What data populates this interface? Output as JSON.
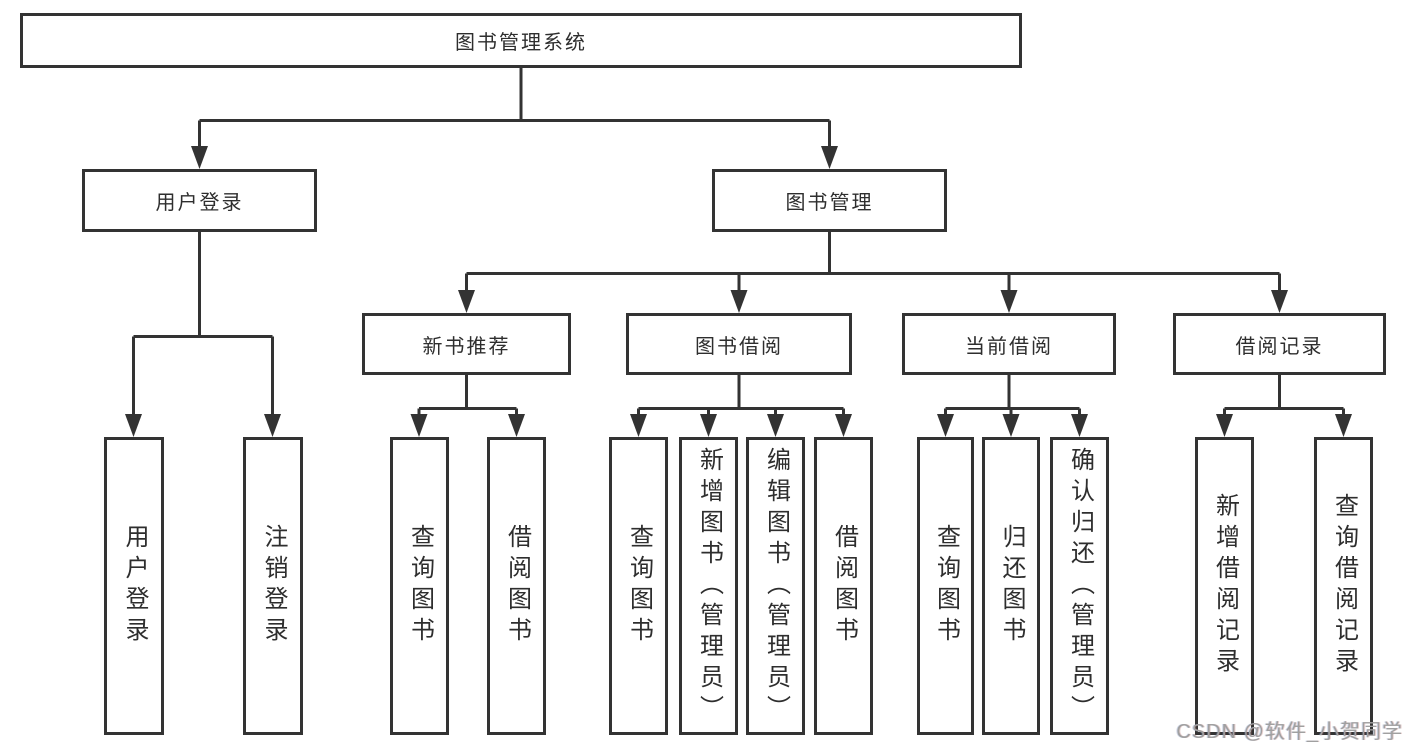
{
  "colors": {
    "line": "#333333",
    "box_border": "#333333",
    "box_background": "#ffffff",
    "text": "#2e2e2e",
    "watermark": "#a0a0a0"
  },
  "tree": {
    "root_label": "图书管理系统",
    "user_login": {
      "label": "用户登录",
      "children": [
        "用户登录",
        "注销登录"
      ]
    },
    "book_mgmt": {
      "label": "图书管理",
      "groups": [
        {
          "label": "新书推荐",
          "children": [
            "查询图书",
            "借阅图书"
          ]
        },
        {
          "label": "图书借阅",
          "children": [
            "查询图书",
            "新增图书（管理员）",
            "编辑图书（管理员）",
            "借阅图书"
          ]
        },
        {
          "label": "当前借阅",
          "children": [
            "查询图书",
            "归还图书",
            "确认归还（管理员）"
          ]
        },
        {
          "label": "借阅记录",
          "children": [
            "新增借阅记录",
            "查询借阅记录"
          ]
        }
      ]
    }
  },
  "watermark": "CSDN @软件_小贺同学"
}
